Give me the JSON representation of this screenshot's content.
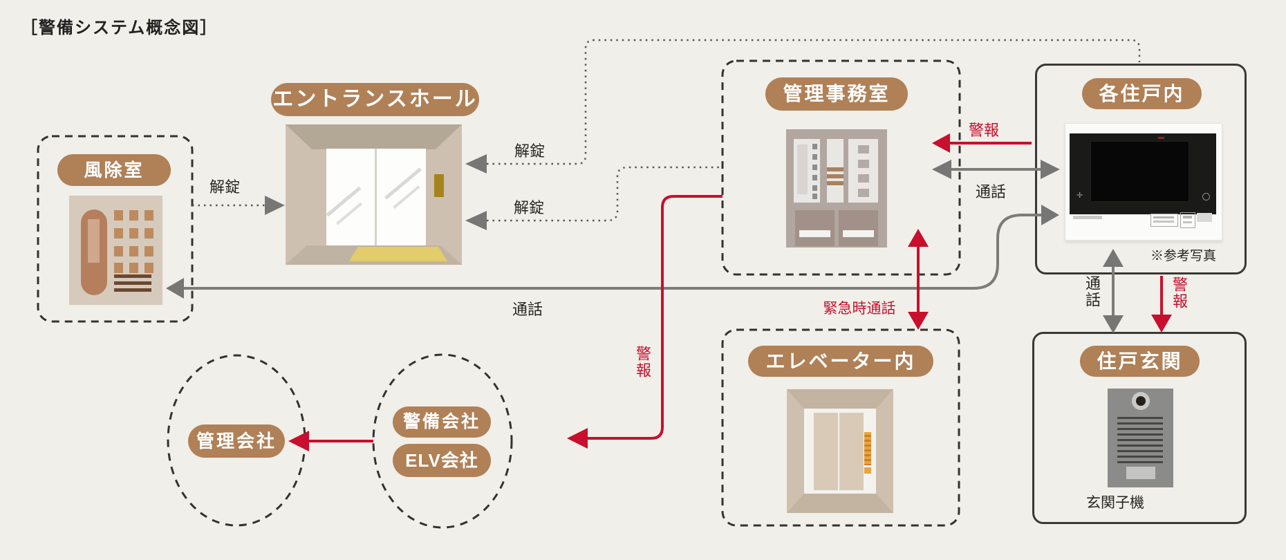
{
  "title": "［警備システム概念図］",
  "palette": {
    "background": "#f0efe9",
    "pill_brown": "#b08057",
    "arrow_gray": "#767674",
    "alarm_red": "#c80f2d",
    "dashed_border": "#343230",
    "entrance_wall": "#cdc0b1",
    "panel_beige": "#d6cabc",
    "handle_gold": "#a7831e",
    "mat_yellow": "#e2cc6b",
    "indicator_orange": "#e8a43d"
  },
  "nodes": {
    "windbreak_room": {
      "label": "風除室"
    },
    "entrance_hall": {
      "label": "エントランスホール"
    },
    "management_office": {
      "label": "管理事務室"
    },
    "each_dwelling": {
      "label": "各住戸内",
      "photo_note": "※参考写真"
    },
    "elevator_cabin": {
      "label": "エレベーター内"
    },
    "dwelling_entrance": {
      "label": "住戸玄関",
      "device_caption": "玄関子機"
    },
    "management_company": {
      "label": "管理会社"
    },
    "security_company": {
      "label": "警備会社"
    },
    "elevator_company": {
      "label": "ELV会社"
    }
  },
  "links": {
    "unlock_windbreak_to_entrance": {
      "label": "解錠"
    },
    "unlock_dwelling_to_entrance": {
      "label": "解錠"
    },
    "unlock_office_to_entrance": {
      "label": "解錠"
    },
    "call_windbreak_to_dwelling": {
      "label": "通話"
    },
    "call_office_dwelling": {
      "label": "通話"
    },
    "alarm_dwelling_to_office": {
      "label": "警報"
    },
    "alarm_office_to_security": {
      "label": "警報"
    },
    "emergency_call_elevator_office": {
      "label": "緊急時通話"
    },
    "call_dwelling_to_entrance": {
      "label": "通話"
    },
    "alarm_dwelling_to_entrance": {
      "label": "警報"
    }
  }
}
